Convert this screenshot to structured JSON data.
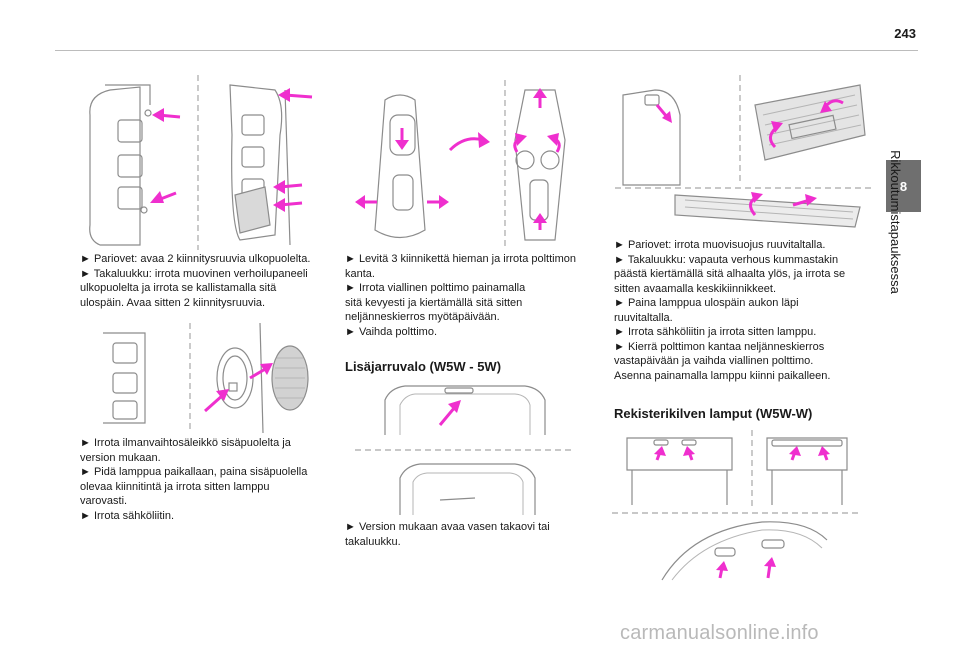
{
  "page": {
    "number": "243",
    "chapter_number": "8",
    "chapter_title": "Rikkoutumistapauksessa",
    "watermark": "carmanualsonline.info"
  },
  "col1": {
    "block1": [
      "► Pariovet: avaa 2 kiinnitysruuvia ulkopuolelta.",
      "► Takaluukku: irrota muovinen verhoilupaneeli",
      "ulkopuolelta ja irrota se kallistamalla sitä",
      "ulospäin. Avaa sitten 2 kiinnitysruuvia."
    ],
    "block2": [
      "► Irrota ilmanvaihtosäleikkö sisäpuolelta ja",
      "version mukaan.",
      "► Pidä lamppua paikallaan, paina sisäpuolella",
      "olevaa kiinnitintä ja irrota sitten lamppu",
      "varovasti.",
      "► Irrota sähköliitin."
    ]
  },
  "col2": {
    "block1": [
      "► Levitä 3 kiinnikettä hieman ja irrota polttimon",
      "kanta.",
      "► Irrota viallinen polttimo painamalla",
      "sitä kevyesti ja kiertämällä sitä sitten",
      "neljänneskierros myötäpäivään.",
      "► Vaihda polttimo."
    ],
    "heading": "Lisäjarruvalo (W5W - 5W)",
    "block2": [
      "► Version mukaan avaa vasen takaovi tai",
      "takaluukku."
    ]
  },
  "col3": {
    "block1": [
      "► Pariovet: irrota muovisuojus ruuvitaltalla.",
      "► Takaluukku: vapauta verhous kummastakin",
      "päästä kiertämällä sitä alhaalta ylös, ja irrota se",
      "sitten avaamalla keskikiinnikkeet.",
      "► Paina lamppua ulospäin aukon läpi",
      "ruuvitaltalla.",
      "► Irrota sähköliitin ja irrota sitten lamppu.",
      "► Kierrä polttimon kantaa neljänneskierros",
      "vastapäivään ja vaihda viallinen polttimo.",
      "Asenna painamalla lamppu kiinni paikalleen."
    ],
    "heading": "Rekisterikilven lamput (W5W-W)"
  },
  "colors": {
    "accent_arrow": "#ef2fce",
    "chapter_tab": "#6f6f6f",
    "line_art": "#8c8c8c"
  }
}
